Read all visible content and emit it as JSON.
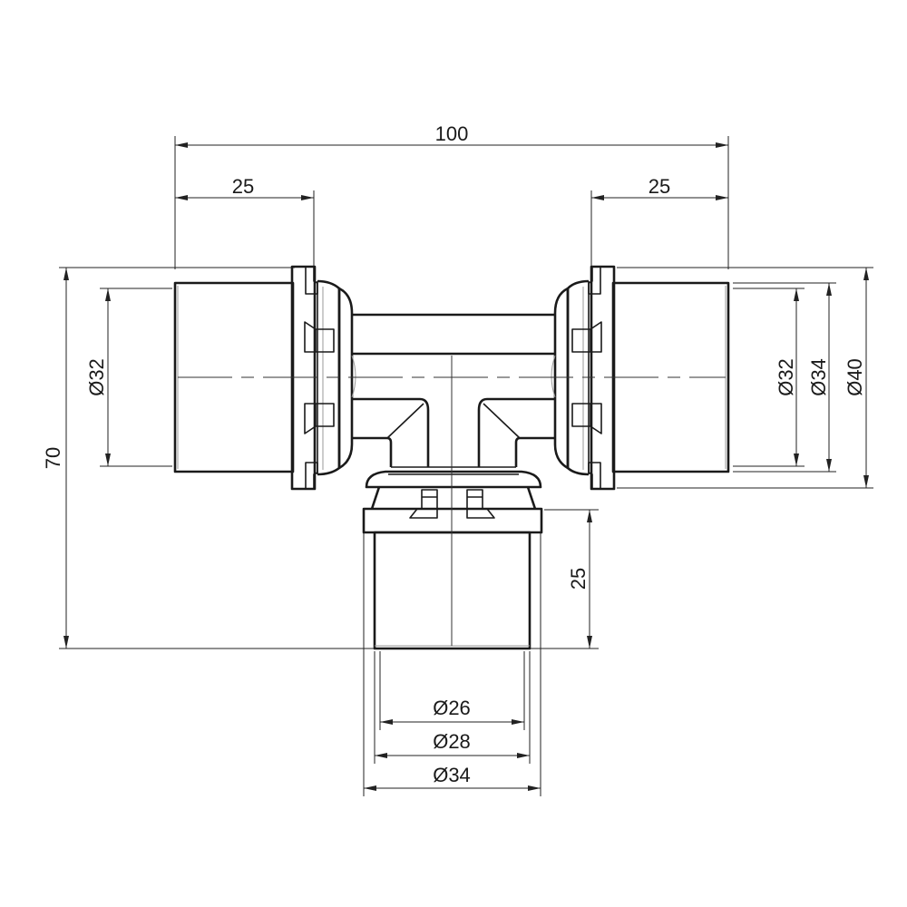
{
  "drawing": {
    "title": "Press-fit tee fitting technical drawing",
    "line_color": "#1a1a1a",
    "background": "#ffffff"
  },
  "dimensions": {
    "overall_length": "100",
    "left_socket_depth": "25",
    "right_socket_depth": "25",
    "overall_height": "70",
    "left_inner_diameter": "Ø32",
    "right_inner_diameter": "Ø32",
    "right_sleeve_diameter": "Ø34",
    "right_outer_diameter": "Ø40",
    "branch_socket_depth": "25",
    "branch_inner_diameter": "Ø26",
    "branch_sleeve_diameter": "Ø28",
    "branch_outer_diameter": "Ø34"
  }
}
